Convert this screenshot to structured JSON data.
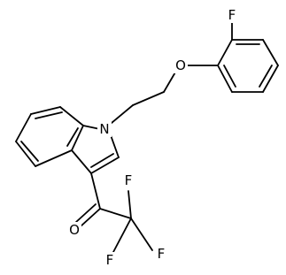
{
  "molecule": {
    "atoms": {
      "fluorine_aryl": "F",
      "oxygen_ether": "O",
      "nitrogen_indole": "N",
      "oxygen_carbonyl": "O",
      "fluorine_1": "F",
      "fluorine_2": "F",
      "fluorine_3": "F"
    }
  },
  "colors": {
    "bond": "#000000",
    "label": "#000000",
    "background": "#ffffff"
  }
}
